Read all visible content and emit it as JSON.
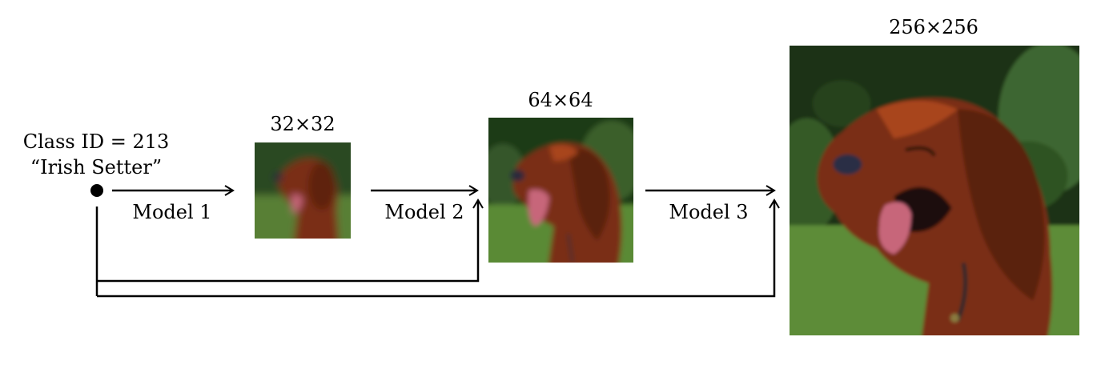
{
  "input": {
    "class_line": "Class ID = 213",
    "name_line": "“Irish Setter”"
  },
  "stages": [
    {
      "model_label": "Model 1",
      "size_label": "32×32"
    },
    {
      "model_label": "Model 2",
      "size_label": "64×64"
    },
    {
      "model_label": "Model 3",
      "size_label": "256×256"
    }
  ],
  "colors": {
    "line": "#000000",
    "fur": "#7a2e12",
    "fur_light": "#a8451d",
    "grass": "#4f7f2e",
    "foliage": "#1f3a17",
    "tongue": "#c7667a"
  },
  "images": [
    {
      "icon": "irish-setter-photo-32"
    },
    {
      "icon": "irish-setter-photo-64"
    },
    {
      "icon": "irish-setter-photo-256"
    }
  ]
}
